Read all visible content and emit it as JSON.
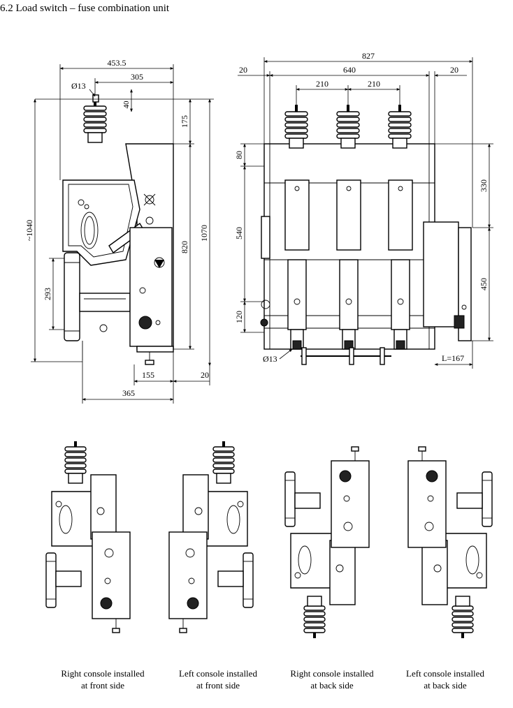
{
  "heading": "6.2 Load switch – fuse combination unit",
  "side_view": {
    "dims": {
      "overall_depth": "453.5",
      "insulator_offset": "305",
      "hole_diameter": "Ø13",
      "top_offset": "40",
      "top_height": "175",
      "height_total": "~1040",
      "height_frame": "1070",
      "height_panel": "820",
      "fuse_height": "293",
      "bottom_offset": "155",
      "base_margin": "20",
      "base_depth": "365"
    }
  },
  "front_view": {
    "dims": {
      "overall_width": "827",
      "side_margin_left": "20",
      "inner_width": "640",
      "side_margin_right": "20",
      "phase_pitch_1": "210",
      "phase_pitch_2": "210",
      "top_offset": "80",
      "mid_height": "540",
      "bottom_offset": "120",
      "upper_right": "330",
      "lower_right": "450",
      "hole_diameter": "Ø13",
      "mechanism_length": "L=167"
    }
  },
  "variants": [
    {
      "line1": "Right console installed",
      "line2": "at front side"
    },
    {
      "line1": "Left console installed",
      "line2": "at front side"
    },
    {
      "line1": "Right console installed",
      "line2": "at back side"
    },
    {
      "line1": "Left console installed",
      "line2": "at back side"
    }
  ]
}
